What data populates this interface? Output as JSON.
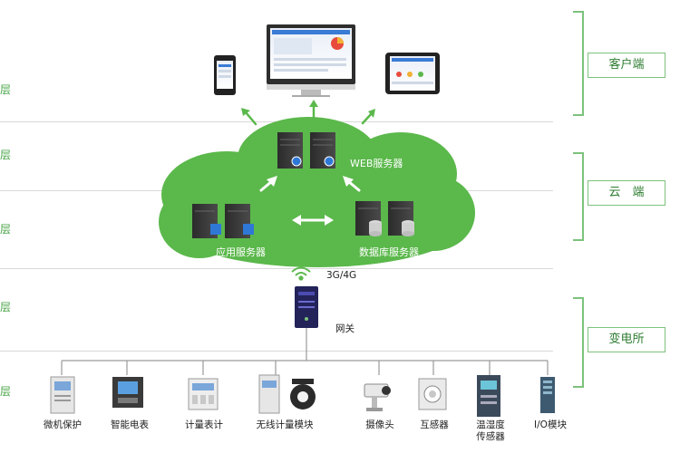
{
  "layers_left": [
    "层",
    "层",
    "层",
    "层",
    "层"
  ],
  "right_tiers": [
    "客户端",
    "云　端",
    "变电所"
  ],
  "cloud": {
    "web_server": "WEB服务器",
    "app_server": "应用服务器",
    "db_server": "数据库服务器"
  },
  "network": {
    "label": "3G/4G"
  },
  "gateway": {
    "label": "网关"
  },
  "devices": [
    "微机保护",
    "智能电表",
    "计量表计",
    "无线计量模块",
    "摄像头",
    "互感器",
    "温湿度\n传感器",
    "I/O模块"
  ],
  "colors": {
    "cloud": "#5bb84b",
    "accent_green": "#47a447",
    "line_gray": "#9a9a9a"
  }
}
